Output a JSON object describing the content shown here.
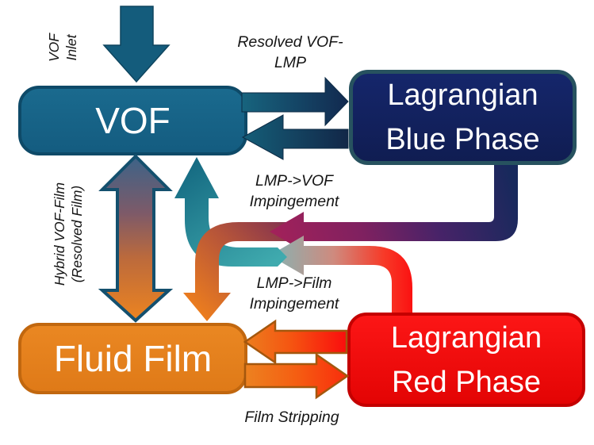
{
  "boxes": {
    "vof": {
      "label": "VOF",
      "fill": "#176286",
      "border": "#0E4A68"
    },
    "blue_phase": {
      "line1": "Lagrangian",
      "line2": "Blue Phase",
      "fill": "#13235E",
      "border": "#27525F"
    },
    "fluid_film": {
      "label": "Fluid Film",
      "fill": "#E5801F",
      "border": "#C1670F"
    },
    "red_phase": {
      "line1": "Lagrangian",
      "line2": "Red Phase",
      "fill": "#F50A0A",
      "border": "#C40000"
    }
  },
  "labels": {
    "vof_inlet": {
      "line1": "VOF",
      "line2": "Inlet"
    },
    "resolved_vof_lmp": {
      "line1": "Resolved VOF-",
      "line2": "LMP"
    },
    "lmp_vof_impingement": {
      "line1": "LMP->VOF",
      "line2": "Impingement"
    },
    "lmp_film_impingement": {
      "line1": "LMP->Film",
      "line2": "Impingement"
    },
    "film_stripping": {
      "text": "Film Stripping"
    },
    "hybrid_vof_film": {
      "line1": "Hybrid VOF-Film",
      "line2": "(Resolved Film)"
    }
  },
  "arrows": [
    {
      "name": "vof-inlet-arrow",
      "from": "inlet",
      "to": "VOF",
      "direction": "down",
      "color": "#145C7C"
    },
    {
      "name": "vof-to-blue-arrow",
      "from": "VOF",
      "to": "Lagrangian Blue Phase",
      "direction": "right",
      "color_start": "#17647E",
      "color_end": "#12294F"
    },
    {
      "name": "blue-to-vof-arrow",
      "from": "Lagrangian Blue Phase",
      "to": "VOF",
      "direction": "left",
      "color_start": "#122748",
      "color_end": "#155E78"
    },
    {
      "name": "vof-film-double-arrow",
      "from": "VOF",
      "to": "Fluid Film",
      "direction": "both",
      "color_start": "#3C6388",
      "color_end": "#EC8420"
    },
    {
      "name": "blue-to-film-pipe",
      "from": "Lagrangian Blue Phase",
      "to": "Fluid Film",
      "direction": "down-left-down",
      "color_start": "#17295C",
      "color_mid": "#A2215A",
      "color_end": "#EC7D1E"
    },
    {
      "name": "red-to-vof-pipe",
      "from": "Lagrangian Red Phase",
      "to": "VOF",
      "direction": "up-left-up",
      "color_start": "#FB1111",
      "color_mid": "#85B4B4",
      "color_end": "#156A82"
    },
    {
      "name": "red-to-film-arrow",
      "from": "Lagrangian Red Phase",
      "to": "Fluid Film",
      "direction": "left",
      "color_start": "#FA0D0D",
      "color_end": "#EC7E1F"
    },
    {
      "name": "film-to-red-arrow",
      "from": "Fluid Film",
      "to": "Lagrangian Red Phase",
      "direction": "right",
      "color_start": "#EC8220",
      "color_end": "#F92C0C"
    }
  ],
  "colors": {
    "background": "#FFFFFF",
    "label_text": "#151515",
    "box_text": "#FFFFFF"
  }
}
